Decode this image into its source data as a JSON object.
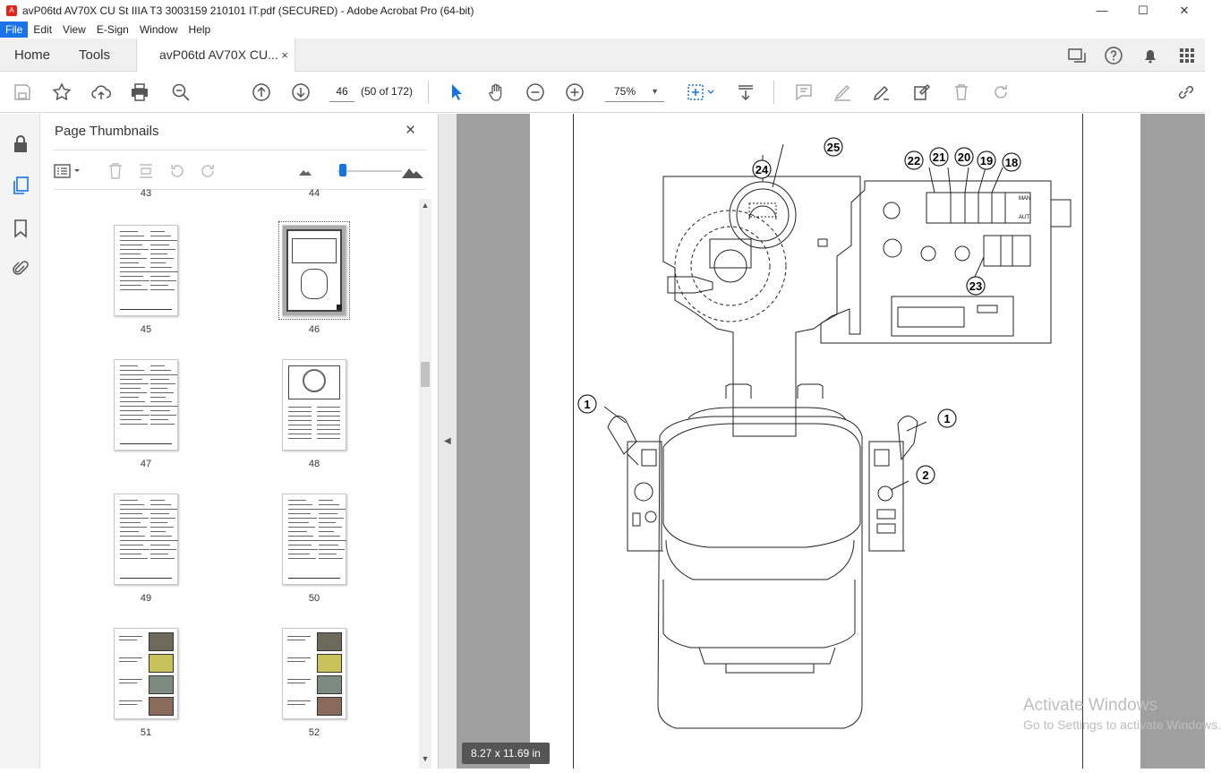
{
  "window": {
    "title": "avP06td AV70X CU St IIIA T3 3003159 210101 IT.pdf (SECURED) - Adobe Acrobat Pro (64-bit)",
    "minimize": "—",
    "maximize": "☐",
    "close": "✕"
  },
  "menu": [
    "File",
    "Edit",
    "View",
    "E-Sign",
    "Window",
    "Help"
  ],
  "tabs": {
    "home": "Home",
    "tools": "Tools",
    "doc": "avP06td AV70X CU...",
    "doc_close": "×"
  },
  "toolbar": {
    "page_number": "46",
    "page_of": "(50 of 172)",
    "zoom": "75%",
    "zoom_dropdown": "▼"
  },
  "thumb_panel": {
    "title": "Page Thumbnails",
    "close": "×",
    "top_labels": [
      "43",
      "44"
    ],
    "pages": [
      {
        "label": "45",
        "type": "text"
      },
      {
        "label": "46",
        "type": "diagram",
        "selected": true
      },
      {
        "label": "47",
        "type": "text"
      },
      {
        "label": "48",
        "type": "gauge"
      },
      {
        "label": "49",
        "type": "text"
      },
      {
        "label": "50",
        "type": "text"
      },
      {
        "label": "51",
        "type": "photos"
      },
      {
        "label": "52",
        "type": "photos"
      }
    ]
  },
  "diagram": {
    "callouts": [
      "24",
      "25",
      "22",
      "21",
      "20",
      "19",
      "18",
      "23",
      "1",
      "1",
      "2"
    ],
    "gauge_labels": [
      "MAN",
      "AUT"
    ]
  },
  "status": {
    "page_size": "8.27 x 11.69 in"
  },
  "watermark": {
    "line1": "Activate Windows",
    "line2": "Go to Settings to activate Windows."
  },
  "colors": {
    "accent": "#1473e6",
    "menu_active": "#1a73e8",
    "pdf_red": "#e1251b"
  }
}
